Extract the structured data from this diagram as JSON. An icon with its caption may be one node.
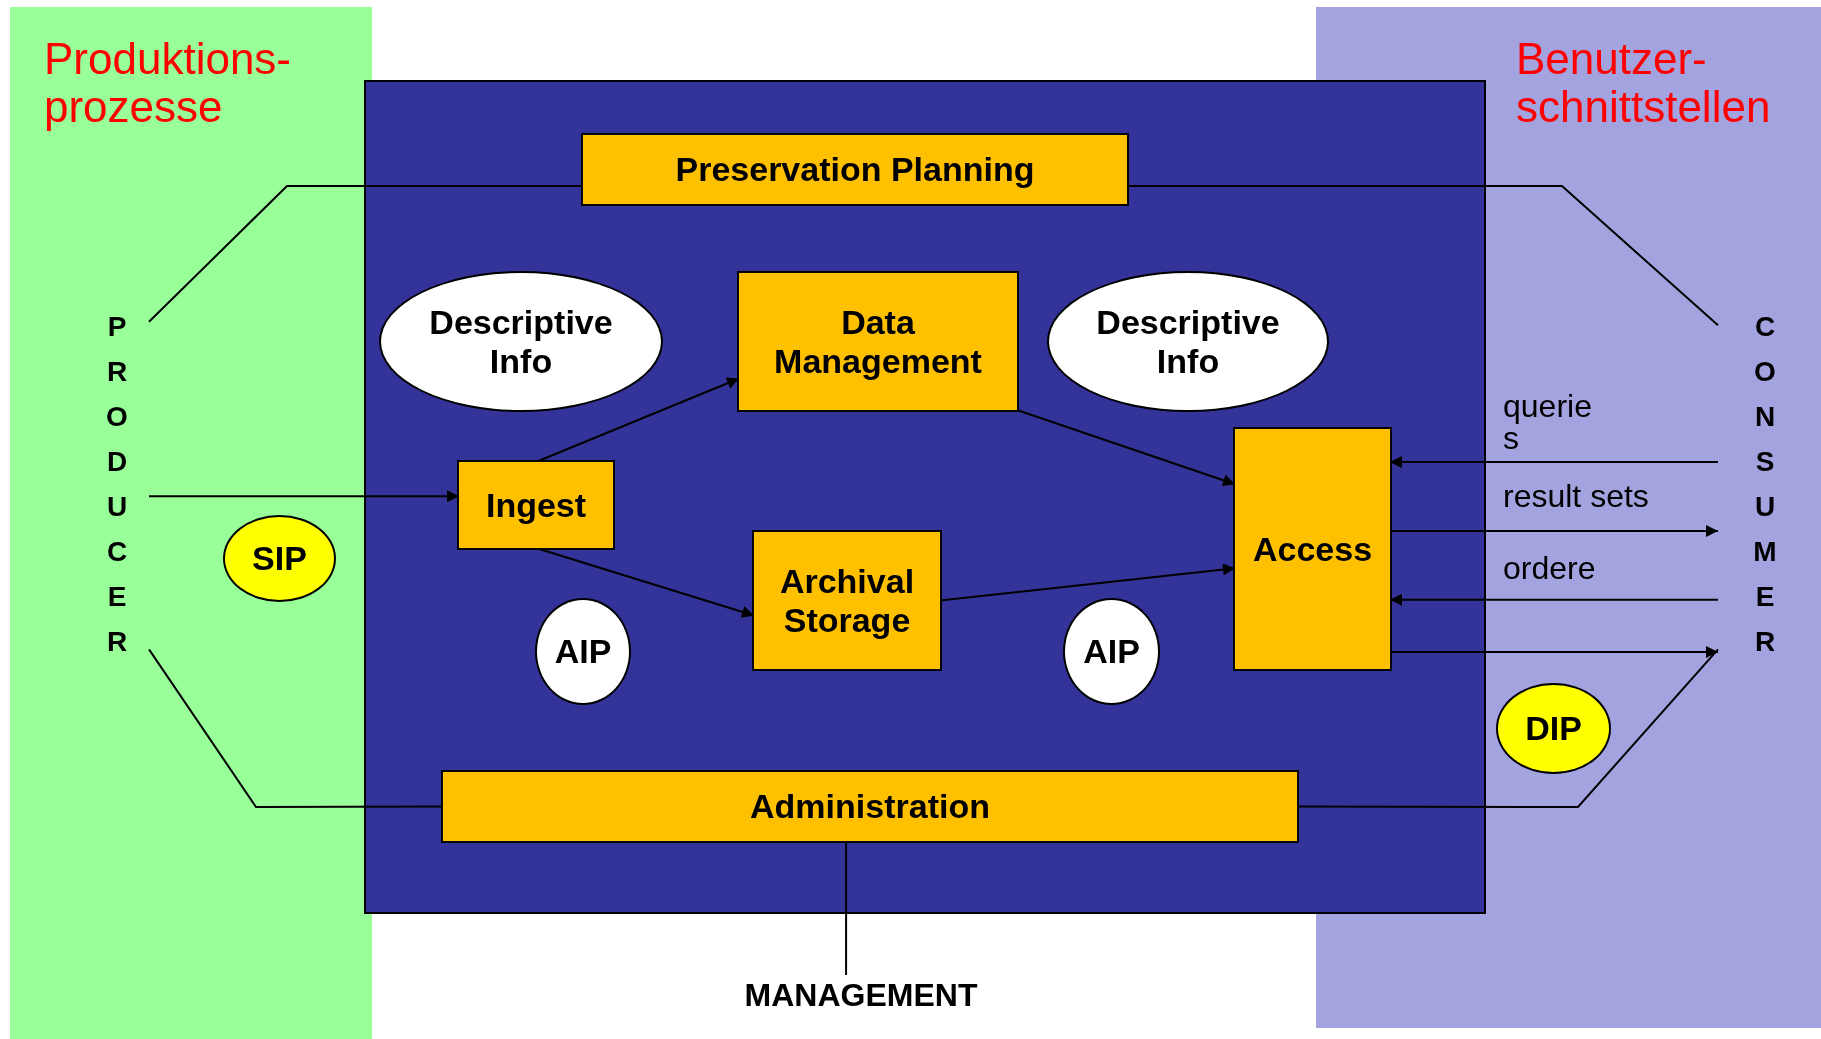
{
  "diagram": {
    "nodes": [
      {
        "text": [
          "Produktions- prozesse"
        ]
      },
      {
        "text": [
          "P R O D U C E R"
        ],
        "in": 0
      },
      {
        "text": [
          "SIP"
        ],
        "in": 0
      },
      {
        "text": [],
        "shape": "box"
      },
      {
        "text": [
          "Preservation Planning"
        ],
        "in": 3
      },
      {
        "text": [
          "Descriptive Info"
        ],
        "in": 3
      },
      {
        "text": [
          "Data Management"
        ],
        "in": 3
      },
      {
        "text": [
          "Descriptive Info"
        ],
        "in": 3
      },
      {
        "text": [
          "Ingest"
        ],
        "in": 3
      },
      {
        "text": [
          "Archival Storage"
        ],
        "in": 3
      },
      {
        "text": [
          "Access"
        ],
        "in": 3
      },
      {
        "text": [
          "AIP"
        ],
        "in": 3
      },
      {
        "text": [
          "AIP"
        ],
        "in": 3
      },
      {
        "text": [
          "Administration"
        ],
        "in": 3
      },
      {
        "text": [
          "Benutzer- schnittstellen"
        ]
      },
      {
        "text": [
          "C O N S U M E R"
        ],
        "in": 14
      },
      {
        "text": [
          "DIP"
        ],
        "in": 14
      },
      {
        "text": [
          "MANAGEMENT"
        ]
      }
    ],
    "edges": [
      {
        "from": 1,
        "to": 4,
        "arrow": "none"
      },
      {
        "from": 1,
        "to": 8,
        "arrow": "to"
      },
      {
        "from": 1,
        "to": 13,
        "arrow": "none"
      },
      {
        "from": 8,
        "to": 6,
        "arrow": "to"
      },
      {
        "from": 8,
        "to": 9,
        "arrow": "to"
      },
      {
        "from": 6,
        "to": 10,
        "arrow": "to"
      },
      {
        "from": 9,
        "to": 10,
        "arrow": "to"
      },
      {
        "from": 4,
        "to": 15,
        "arrow": "none"
      },
      {
        "from": 13,
        "to": 15,
        "arrow": "none"
      },
      {
        "from": 15,
        "to": 10,
        "arrow": "to",
        "label": "querie s"
      },
      {
        "from": 10,
        "to": 15,
        "arrow": "to",
        "label": "result sets"
      },
      {
        "from": 15,
        "to": 10,
        "arrow": "to",
        "label": "ordere"
      },
      {
        "from": 10,
        "to": 15,
        "arrow": "to"
      },
      {
        "from": 13,
        "to": 17,
        "arrow": "none"
      }
    ]
  }
}
